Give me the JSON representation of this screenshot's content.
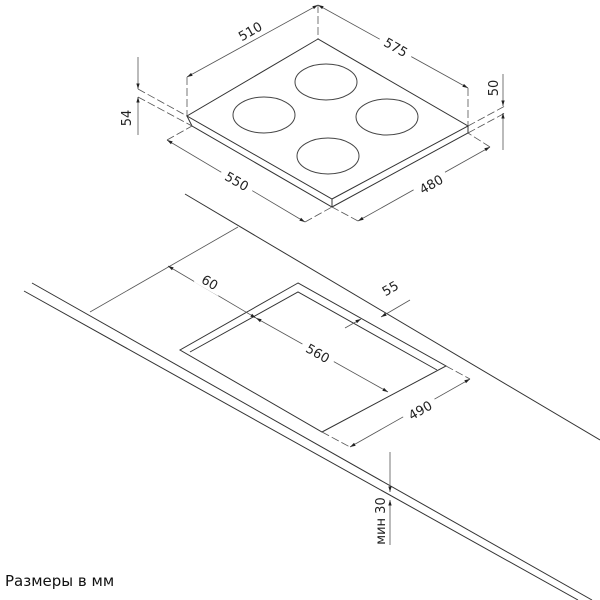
{
  "hob": {
    "width_label": "510",
    "depth_label": "575",
    "height_left_label": "54",
    "height_right_label": "50",
    "front_width_label": "550",
    "front_depth_label": "480"
  },
  "cutout": {
    "offset_front_label": "60",
    "length_label": "560",
    "offset_back_label": "55",
    "width_label": "490",
    "min_thickness_label": "мин 30"
  },
  "caption": "Размеры в мм",
  "colors": {
    "line": "#333333",
    "background": "#ffffff"
  }
}
